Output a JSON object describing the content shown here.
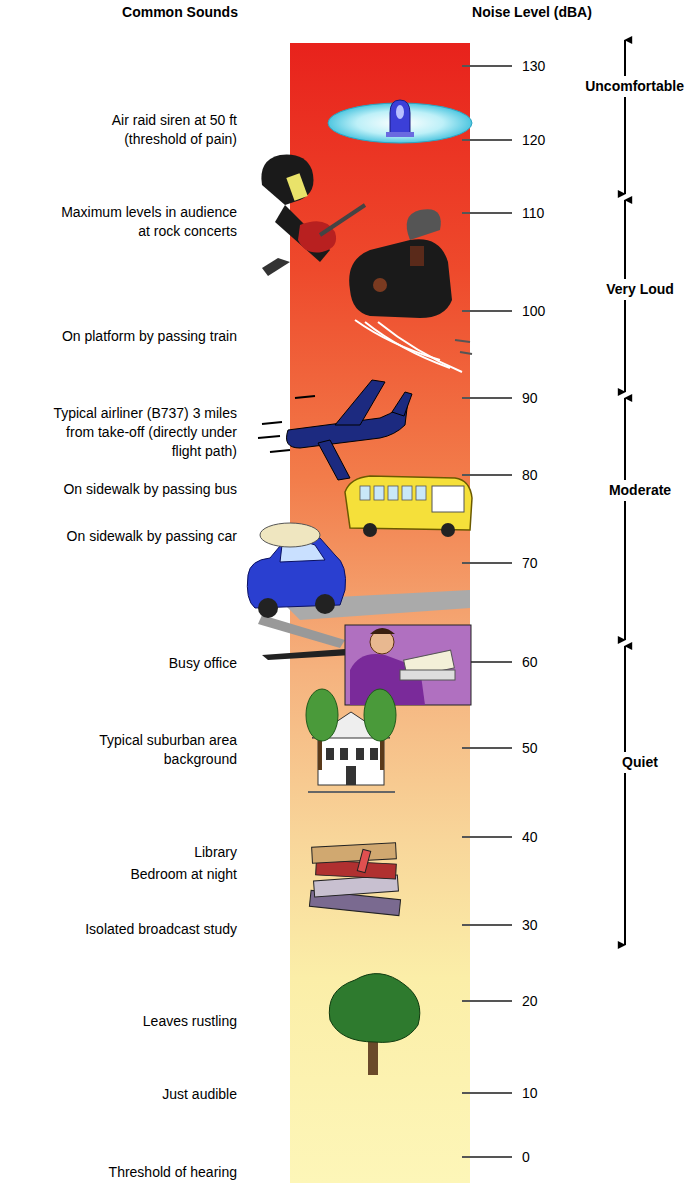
{
  "diagram": {
    "labels": [
      "Common Sounds",
      "Noise Level (dBA)",
      "130",
      "Air raid siren at 50 ft (threshold of pain)",
      "120",
      "Uncomfortable",
      "Maximum levels in audience at rock concerts",
      "110",
      "Very Loud",
      "100",
      "On platform by passing train",
      "90",
      "Typical airliner (B737) 3 miles from take-off (directly under flight path)",
      "80",
      "Moderate",
      "On sidewalk by passing bus",
      "On sidewalk by passing car",
      "70",
      "60",
      "Busy office",
      "Quiet",
      "50",
      "Typical suburban area background",
      "40",
      "Library",
      "Bedroom at night",
      "30",
      "Isolated broadcast study",
      "20",
      "Leaves rustling",
      "10",
      "Just audible",
      "0",
      "Threshold of hearing"
    ]
  }
}
